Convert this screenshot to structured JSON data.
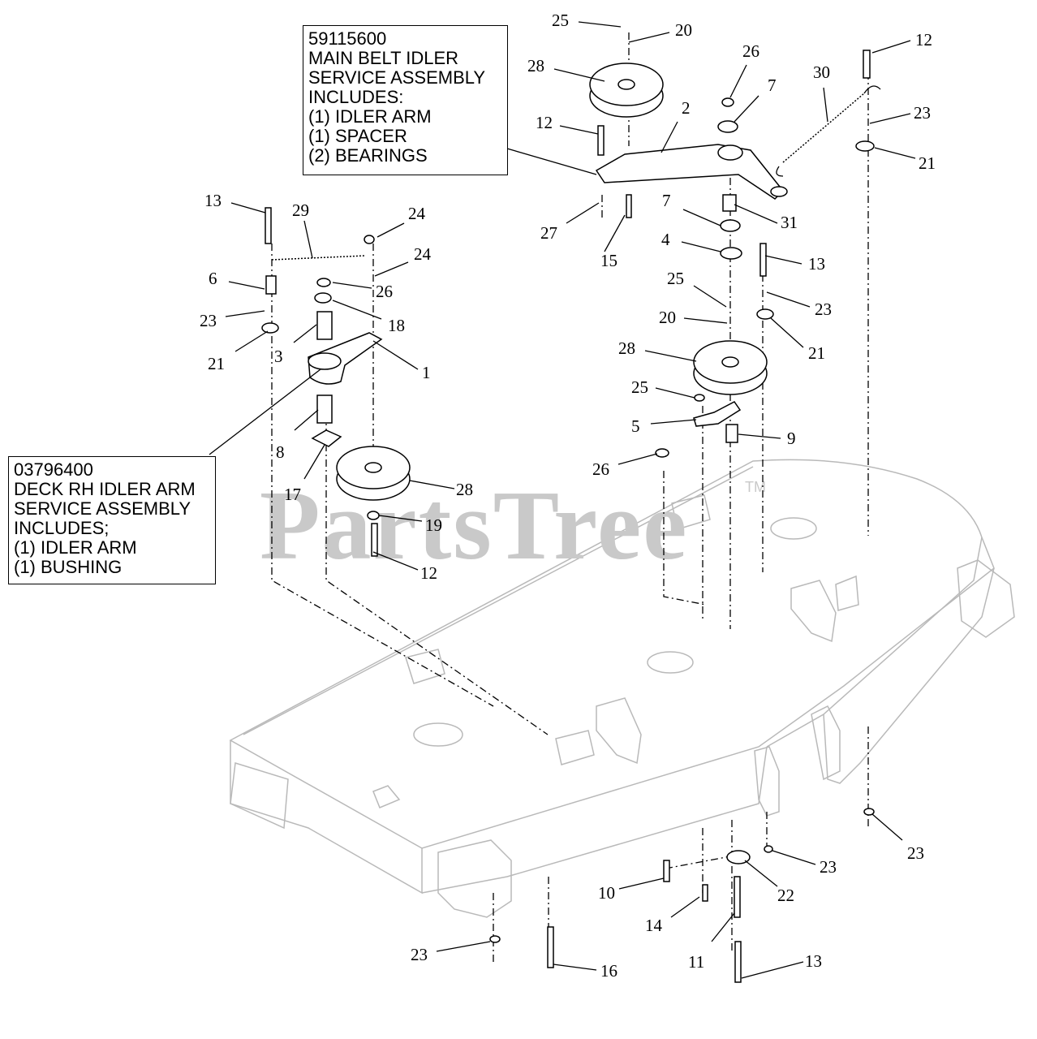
{
  "callouts": {
    "main_belt": {
      "part_number": "59115600",
      "lines": [
        "MAIN BELT IDLER",
        "SERVICE ASSEMBLY",
        "INCLUDES:",
        "(1) IDLER ARM",
        "(1) SPACER",
        "(2) BEARINGS"
      ]
    },
    "deck_rh": {
      "part_number": "03796400",
      "lines": [
        "DECK RH IDLER ARM",
        "SERVICE ASSEMBLY",
        "INCLUDES;",
        "(1) IDLER ARM",
        "(1)  BUSHING"
      ]
    }
  },
  "watermark": {
    "text": "PartsTree",
    "trademark": "TM"
  },
  "labels": [
    "25",
    "20",
    "28",
    "12",
    "2",
    "26",
    "7",
    "30",
    "12",
    "23",
    "21",
    "13",
    "29",
    "24",
    "24",
    "6",
    "26",
    "23",
    "18",
    "3",
    "21",
    "1",
    "27",
    "15",
    "7",
    "31",
    "4",
    "13",
    "25",
    "23",
    "20",
    "21",
    "28",
    "25",
    "5",
    "9",
    "26",
    "8",
    "17",
    "28",
    "19",
    "12",
    "23",
    "10",
    "14",
    "22",
    "23",
    "23",
    "16",
    "11",
    "13"
  ]
}
